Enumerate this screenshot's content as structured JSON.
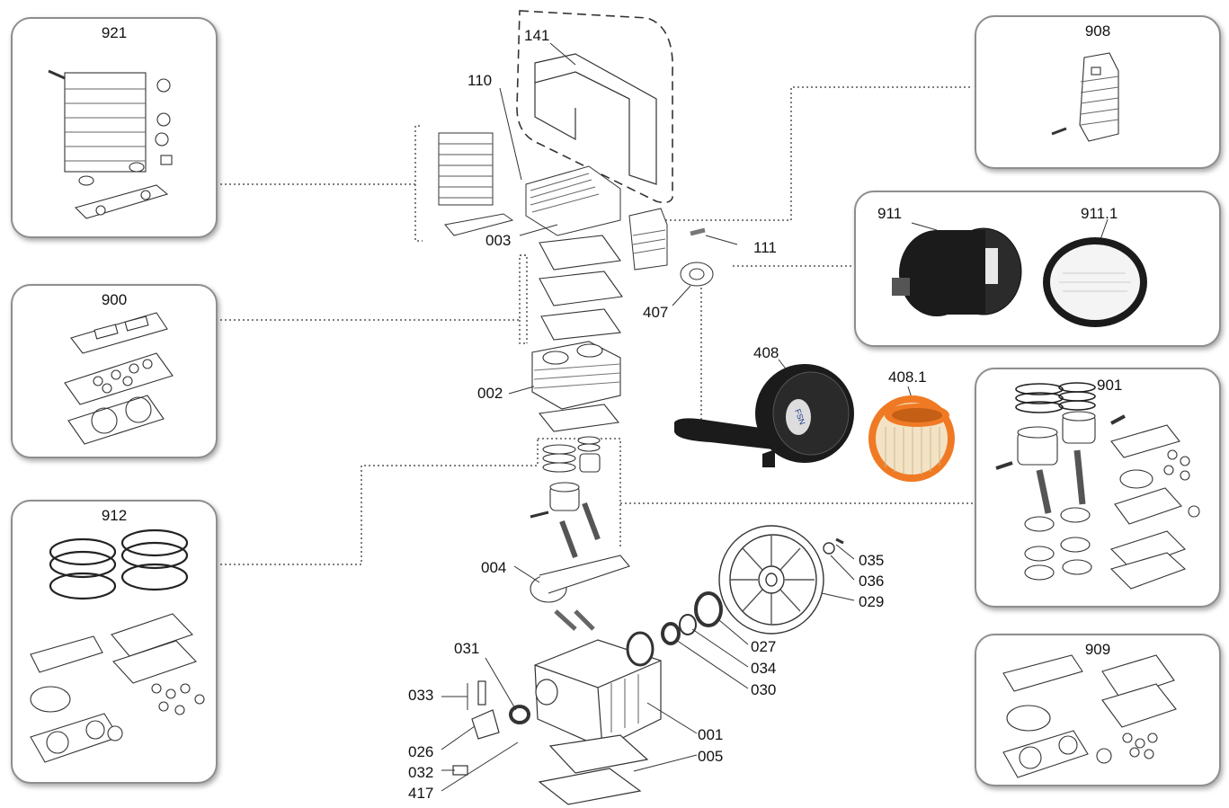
{
  "panels": {
    "p921": {
      "title": "921"
    },
    "p900": {
      "title": "900"
    },
    "p912": {
      "title": "912"
    },
    "p908": {
      "title": "908"
    },
    "p911": {
      "label_a": "911",
      "label_b": "911.1"
    },
    "p901": {
      "title": "901"
    },
    "p909": {
      "title": "909"
    }
  },
  "callouts": {
    "c141": "141",
    "c110": "110",
    "c003": "003",
    "c111": "111",
    "c407": "407",
    "c002": "002",
    "c004": "004",
    "c408": "408",
    "c4081": "408.1",
    "c035": "035",
    "c036": "036",
    "c029": "029",
    "c027": "027",
    "c034": "034",
    "c030": "030",
    "c031": "031",
    "c033": "033",
    "c026": "026",
    "c032": "032",
    "c417": "417",
    "c001": "001",
    "c005": "005"
  },
  "colors": {
    "line": "#333333",
    "filter_orange": "#f07a24",
    "filter_paper": "#f3e3c4",
    "housing_black": "#1b1b1b"
  }
}
